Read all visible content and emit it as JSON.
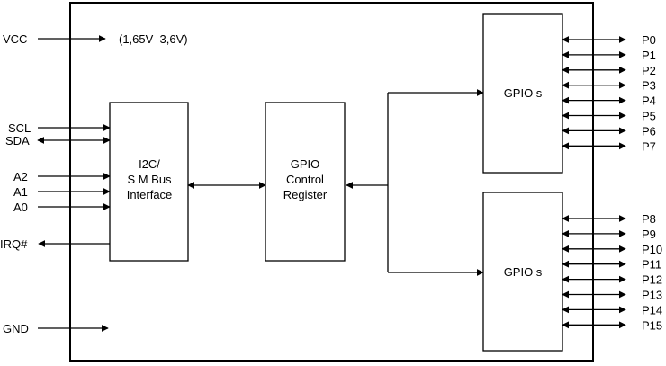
{
  "supply_range": "(1,65V–3,6V)",
  "left_signals": {
    "vcc": "VCC",
    "scl": "SCL",
    "sda": "SDA",
    "a2": "A2",
    "a1": "A1",
    "a0": "A0",
    "irq": "IRQ#",
    "gnd": "GND"
  },
  "blocks": {
    "i2c": [
      "I2C/",
      "S M Bus",
      "Interface"
    ],
    "control": [
      "GPIO",
      "Control",
      "Register"
    ],
    "gpio_upper": "GPIO s",
    "gpio_lower": "GPIO s"
  },
  "ports_upper": [
    "P0",
    "P1",
    "P2",
    "P3",
    "P4",
    "P5",
    "P6",
    "P7"
  ],
  "ports_lower": [
    "P8",
    "P9",
    "P10",
    "P11",
    "P12",
    "P13",
    "P14",
    "P15"
  ]
}
